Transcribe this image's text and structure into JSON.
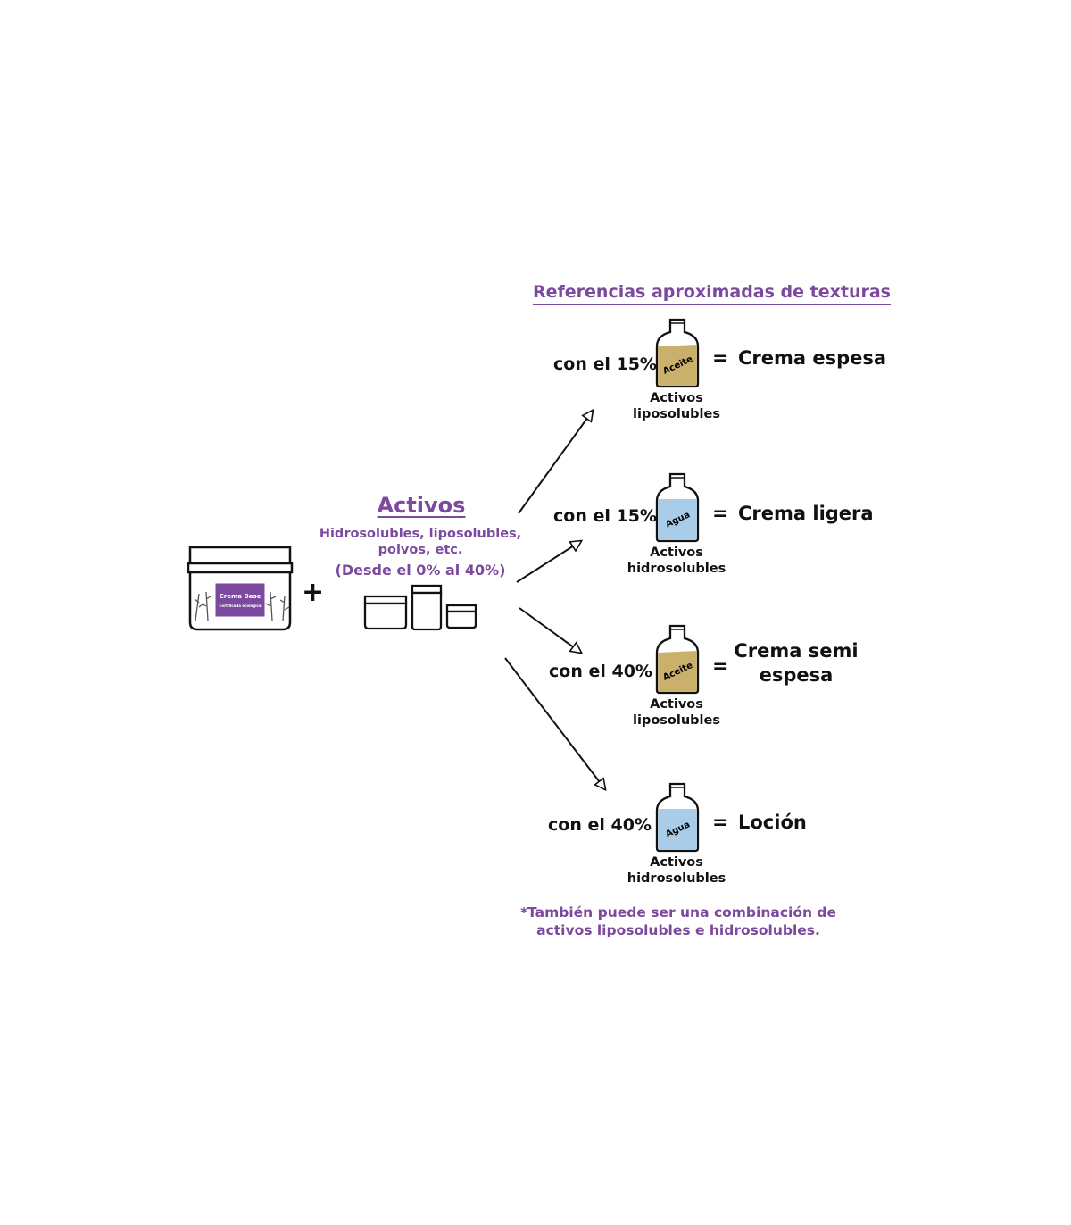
{
  "title": "Referencias aproximadas de texturas",
  "base_jar": {
    "label_line1": "Crema Base",
    "label_line2": "Certificada ecológica"
  },
  "plus": "+",
  "activos": {
    "title": "Activos",
    "subtitle": "Hidrosolubles, liposolubles, polvos, etc.",
    "range": "(Desde el 0% al 40%)"
  },
  "rows": [
    {
      "con": "con el 15%",
      "bottle_label": "Aceite",
      "bottle_color": "#c9b06b",
      "caption_1": "Activos",
      "caption_2": "liposolubles",
      "equals": "=",
      "result": "Crema espesa"
    },
    {
      "con": "con el 15%",
      "bottle_label": "Agua",
      "bottle_color": "#a9cde8",
      "caption_1": "Activos",
      "caption_2": "hidrosolubles",
      "equals": "=",
      "result": "Crema ligera"
    },
    {
      "con": "con el 40%",
      "bottle_label": "Aceite",
      "bottle_color": "#c9b06b",
      "caption_1": "Activos",
      "caption_2": "liposolubles",
      "equals": "=",
      "result_1": "Crema semi",
      "result_2": "espesa"
    },
    {
      "con": "con el 40%",
      "bottle_label": "Agua",
      "bottle_color": "#a9cde8",
      "caption_1": "Activos",
      "caption_2": "hidrosolubles",
      "equals": "=",
      "result": "Loción"
    }
  ],
  "note": "*También puede ser una combinación de activos liposolubles e hidrosolubles.",
  "colors": {
    "accent": "#7b4a9e",
    "oil": "#c9b06b",
    "water": "#a9cde8"
  }
}
